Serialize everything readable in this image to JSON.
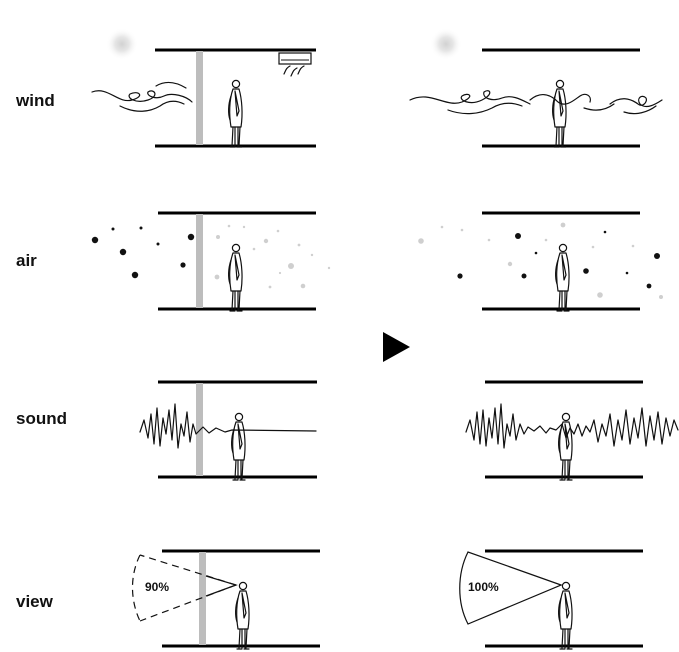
{
  "rows": [
    {
      "key": "wind",
      "label": "wind"
    },
    {
      "key": "air",
      "label": "air"
    },
    {
      "key": "sound",
      "label": "sound"
    },
    {
      "key": "view",
      "label": "view"
    }
  ],
  "view": {
    "before_percent": "90%",
    "after_percent": "100%"
  },
  "colors": {
    "ink": "#111111",
    "wall": "#bdbdbd",
    "particle_light": "#cfcfcf",
    "sun_glow": "#d9d9d9"
  },
  "icons": {
    "transition": "play-arrow-icon",
    "person": "standing-person-icon",
    "air_conditioner": "air-conditioner-icon",
    "sun": "sun-glow-icon"
  }
}
